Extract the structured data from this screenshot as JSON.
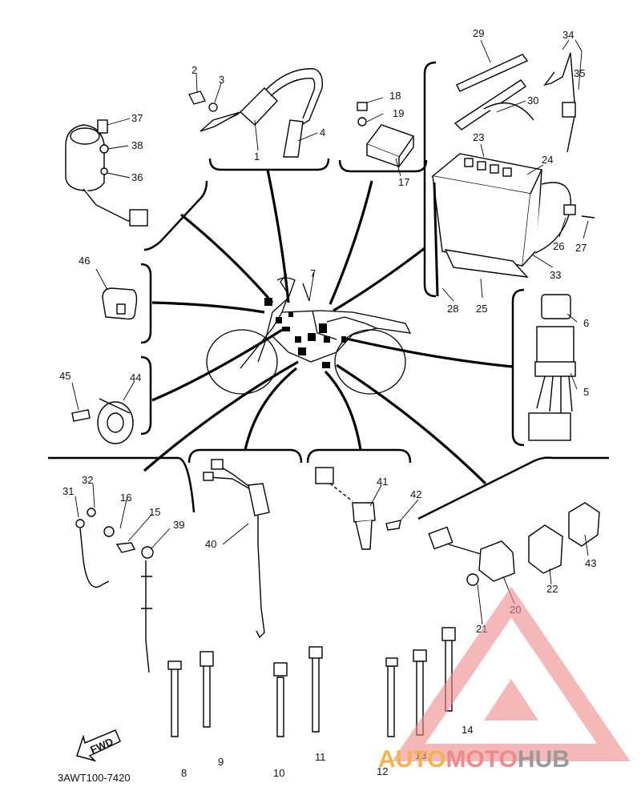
{
  "diagram": {
    "code": "3AWT100-7420",
    "fwd_label": "FWD",
    "callouts": {
      "n1": "1",
      "n2": "2",
      "n3": "3",
      "n4": "4",
      "n5": "5",
      "n6": "6",
      "n7": "7",
      "n8": "8",
      "n9": "9",
      "n10": "10",
      "n11": "11",
      "n12": "12",
      "n13": "13",
      "n14": "14",
      "n15": "15",
      "n16": "16",
      "n17": "17",
      "n18": "18",
      "n19": "19",
      "n20": "20",
      "n21": "21",
      "n22": "22",
      "n23": "23",
      "n24": "24",
      "n25": "25",
      "n26": "26",
      "n27": "27",
      "n28": "28",
      "n29": "29",
      "n30": "30",
      "n31": "31",
      "n32": "32",
      "n33": "33",
      "n34": "34",
      "n35": "35",
      "n36": "36",
      "n37": "37",
      "n38": "38",
      "n39": "39",
      "n40": "40",
      "n41": "41",
      "n42": "42",
      "n43": "43",
      "n44": "44",
      "n45": "45",
      "n46": "46"
    }
  },
  "watermark": {
    "part1": "AUTO",
    "part2": "MOTO",
    "part3": "HUB",
    "colors": {
      "orange": "#f6b24a",
      "red": "#f08a8a",
      "gray": "#9a9a9a"
    }
  }
}
